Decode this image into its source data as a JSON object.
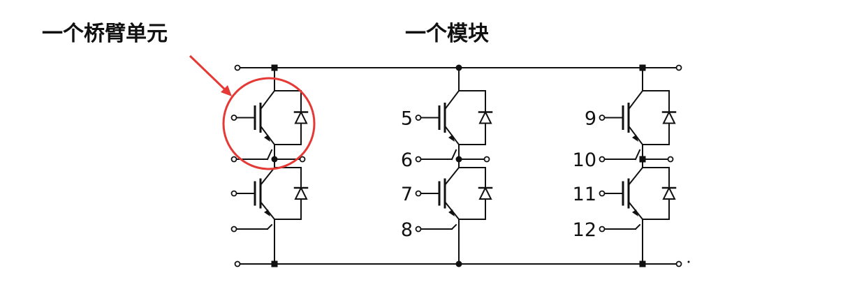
{
  "labels": {
    "bridge_arm_unit": "一个桥臂单元",
    "module": "一个模块"
  },
  "modules": [
    {
      "id": "module-1",
      "pins": []
    },
    {
      "id": "module-2",
      "pins": [
        "5",
        "6",
        "7",
        "8"
      ]
    },
    {
      "id": "module-3",
      "pins": [
        "9",
        "10",
        "11",
        "12"
      ]
    }
  ],
  "colors": {
    "line": "#111111",
    "highlight": "#e53935",
    "background": "#ffffff"
  },
  "icons": {
    "igbt": "igbt-transistor-icon",
    "diode": "freewheeling-diode-icon",
    "terminal": "terminal-pin-icon",
    "junction": "junction-dot-icon"
  }
}
